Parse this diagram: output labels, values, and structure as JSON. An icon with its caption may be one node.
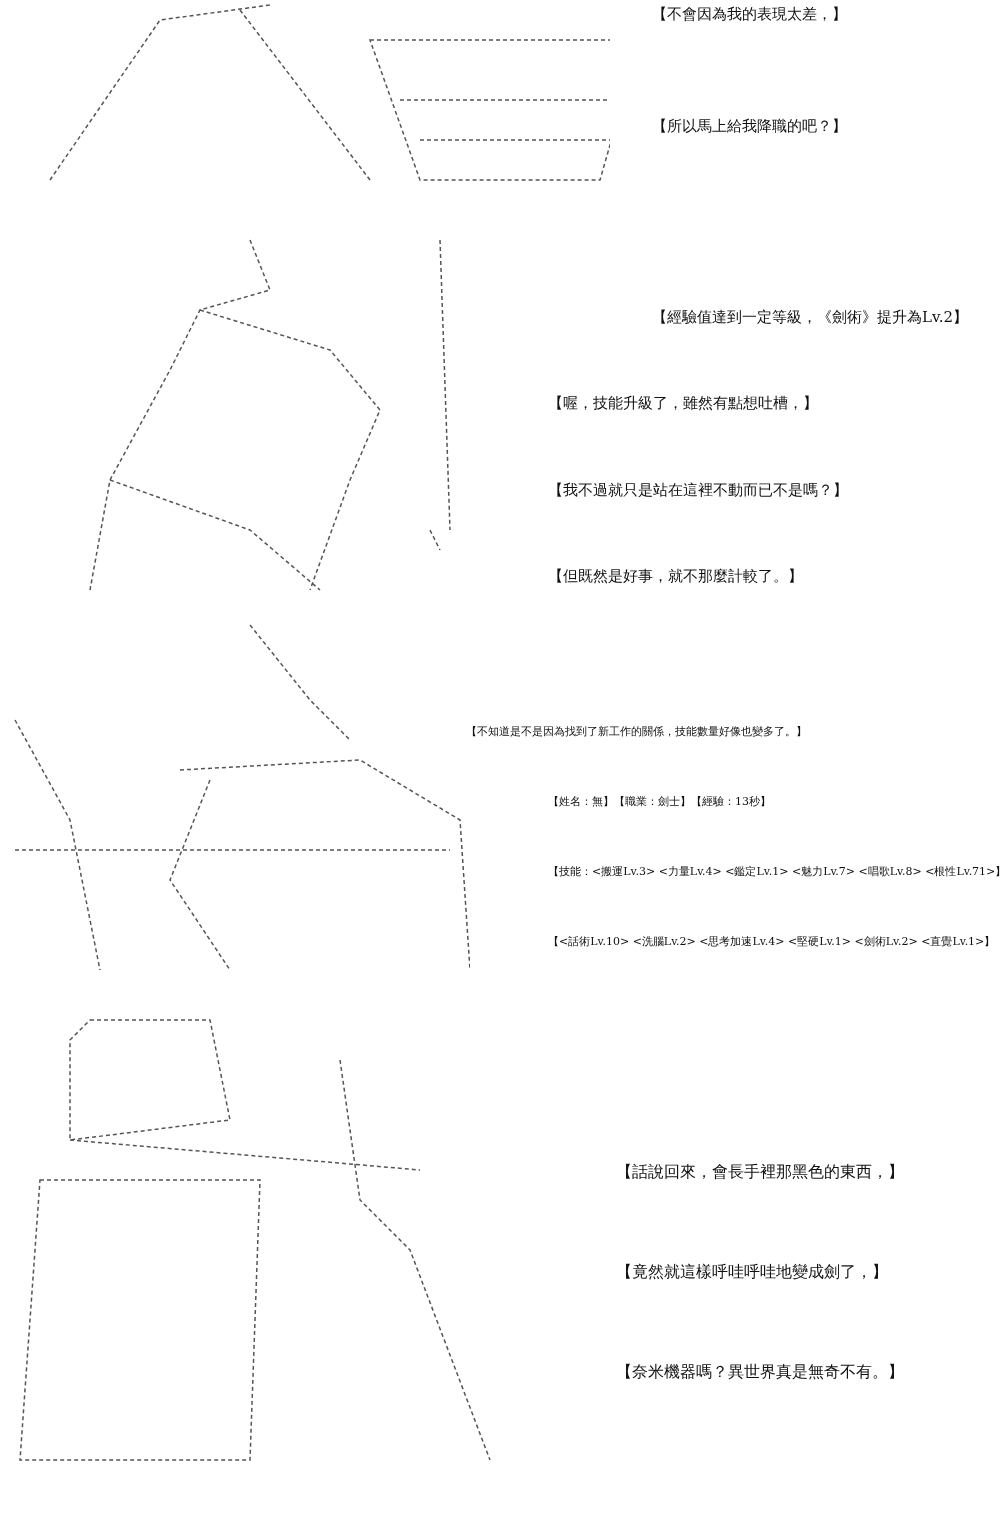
{
  "diagram": {
    "labels": [
      "【不會因為我的表現太差，】",
      "【所以馬上給我降職的吧？】",
      "【經驗值達到一定等級，《劍術》提升為Lv.2】",
      "【喔，技能升級了，雖然有點想吐槽，】",
      "【我不過就只是站在這裡不動而已不是嗎？】",
      "【但既然是好事，就不那麼計較了。】",
      "【不知道是不是因為找到了新工作的關係，技能數量好像也變多了。】",
      "【姓名：無】【職業：劍士】【經驗：13秒】",
      "【技能：<搬運Lv.3> <力量Lv.4> <鑑定Lv.1> <魅力Lv.7> <唱歌Lv.8> <根性Lv.71>】",
      "【<話術Lv.10> <洗腦Lv.2> <思考加速Lv.4> <堅硬Lv.1> <劍術Lv.2> <直覺Lv.1>】",
      "【話說回來，會長手裡那黑色的東西，】",
      "【竟然就這樣呼哇呼哇地變成劍了，】",
      "【奈米機器嗎？異世界真是無奇不有。】"
    ]
  }
}
